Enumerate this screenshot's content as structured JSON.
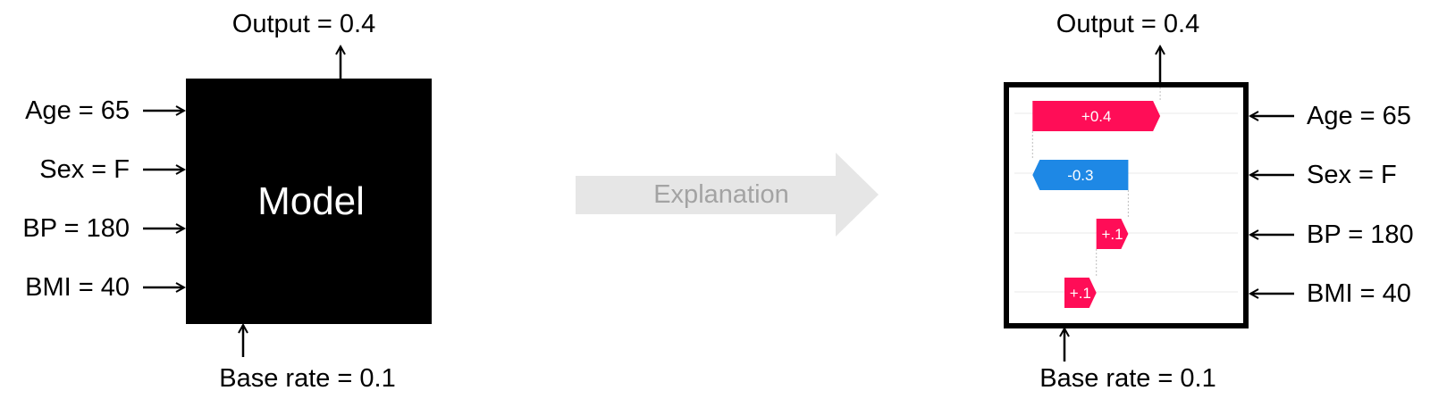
{
  "left": {
    "output_label": "Output = 0.4",
    "model_label": "Model",
    "base_label": "Base rate = 0.1",
    "features": [
      "Age = 65",
      "Sex = F",
      "BP = 180",
      "BMI = 40"
    ]
  },
  "middle": {
    "arrow_label": "Explanation",
    "arrow_color": "#e6e6e6"
  },
  "right": {
    "output_label": "Output = 0.4",
    "base_label": "Base rate = 0.1",
    "features": [
      "Age = 65",
      "Sex = F",
      "BP = 180",
      "BMI = 40"
    ],
    "bars": [
      {
        "label": "+0.4",
        "value": 0.4,
        "direction": "positive"
      },
      {
        "label": "-0.3",
        "value": -0.3,
        "direction": "negative"
      },
      {
        "label": "+.1",
        "value": 0.1,
        "direction": "positive"
      },
      {
        "label": "+.1",
        "value": 0.1,
        "direction": "positive"
      }
    ]
  },
  "colors": {
    "positive": "#ff0d57",
    "negative": "#1e88e5",
    "model_box": "#000000",
    "frame": "#000000"
  }
}
